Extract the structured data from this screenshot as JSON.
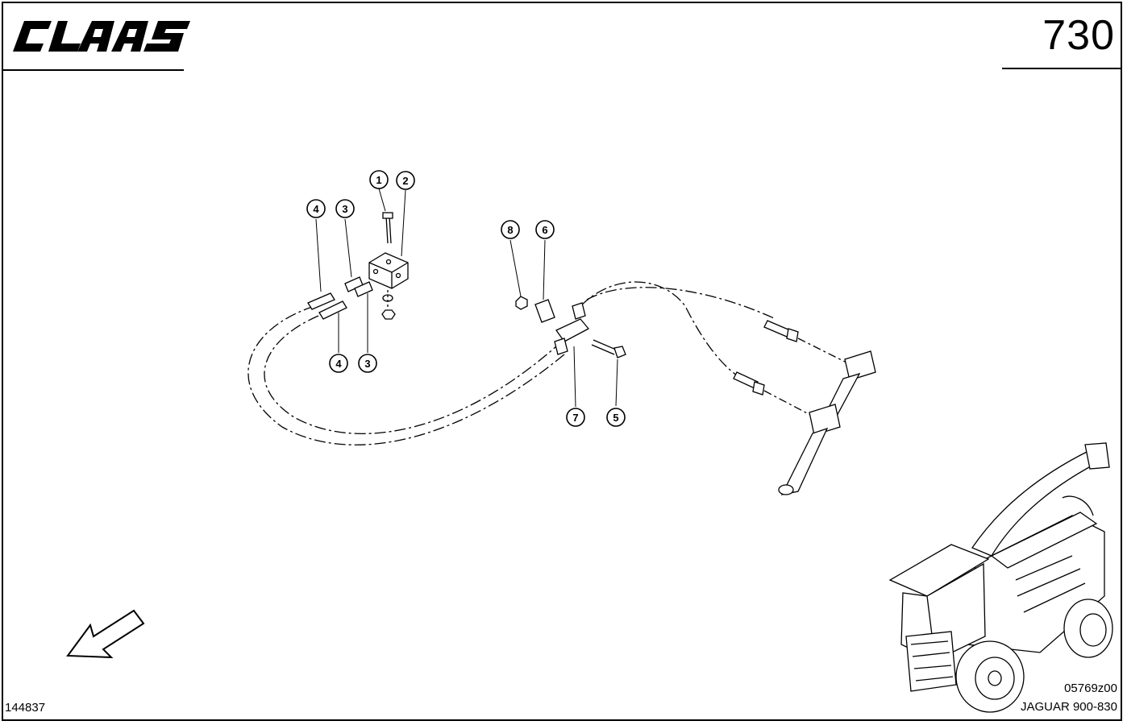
{
  "header": {
    "logo_text": "CLAAS",
    "page_number": "730"
  },
  "footer": {
    "image_ref": "144837",
    "drawing_ref": "05769z00",
    "model": "JAGUAR 900-830"
  },
  "callouts": [
    {
      "id": "c1",
      "label": "1"
    },
    {
      "id": "c2",
      "label": "2"
    },
    {
      "id": "c3a",
      "label": "3"
    },
    {
      "id": "c4a",
      "label": "4"
    },
    {
      "id": "c3b",
      "label": "3"
    },
    {
      "id": "c4b",
      "label": "4"
    },
    {
      "id": "c8",
      "label": "8"
    },
    {
      "id": "c6",
      "label": "6"
    },
    {
      "id": "c7",
      "label": "7"
    },
    {
      "id": "c5",
      "label": "5"
    }
  ],
  "icons": {
    "direction": "direction-arrow-icon",
    "machine": "forage-harvester-thumbnail"
  }
}
